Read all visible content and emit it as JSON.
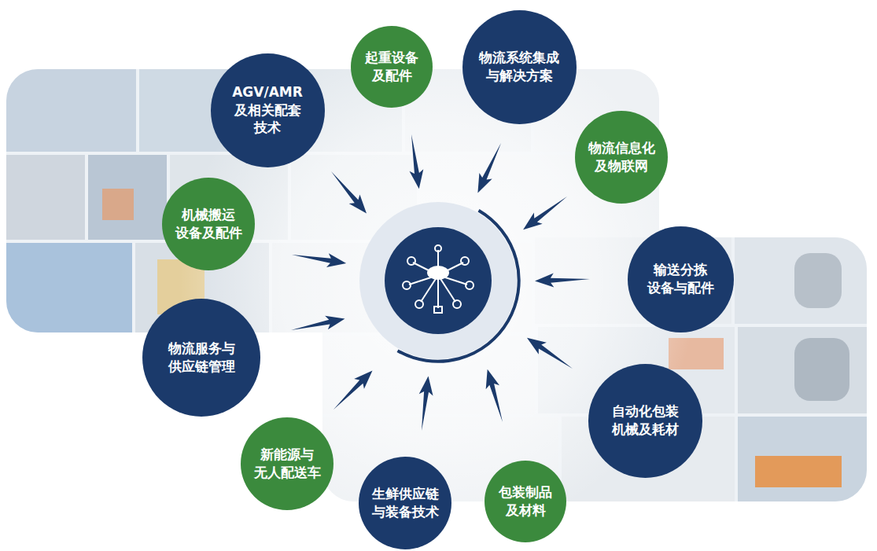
{
  "diagram": {
    "nodes": [
      {
        "text": [
          "AGV/AMR 及相关配套 技术"
        ]
      },
      {
        "text": [
          "起重设备 及配件"
        ]
      },
      {
        "text": [
          "物流系统集成 与解决方案"
        ]
      },
      {
        "text": [
          "物流信息化 及物联网"
        ]
      },
      {
        "text": [
          "机械搬运 设备及配件"
        ]
      },
      {
        "text": [
          "输送分拣 设备与配件"
        ]
      },
      {
        "text": [
          "物流服务与 供应链管理"
        ]
      },
      {
        "text": [
          "自动化包装 机械及耗材"
        ]
      },
      {
        "text": [
          "新能源与 无人配送车"
        ]
      },
      {
        "text": [
          "生鲜供应链 与装备技术"
        ]
      },
      {
        "text": [
          "包装制品 及材料"
        ]
      }
    ]
  }
}
